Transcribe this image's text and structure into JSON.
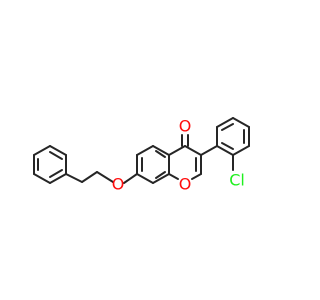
{
  "atoms": {
    "oxygen_ring": {
      "label": "O",
      "color": "#FF0D0D"
    },
    "oxygen_carbonyl": {
      "label": "O",
      "color": "#FF0D0D"
    },
    "oxygen_ether": {
      "label": "O",
      "color": "#FF0D0D"
    },
    "chlorine": {
      "label": "Cl",
      "color": "#1FF01F"
    }
  },
  "bond_color": "#262626"
}
